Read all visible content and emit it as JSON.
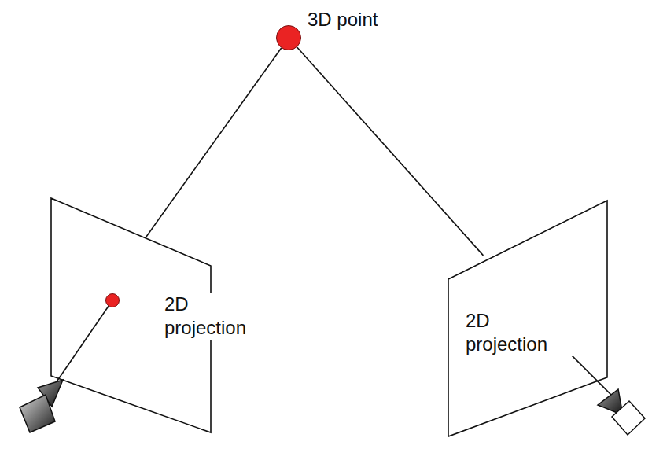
{
  "diagram": {
    "nodes": [
      {
        "text": [
          "3D point"
        ]
      },
      {
        "text": [
          "2D projection"
        ]
      },
      {
        "text": [
          "2D projection"
        ]
      }
    ],
    "edges": [
      {
        "from": 0,
        "to": 1,
        "arrow": "none"
      },
      {
        "from": 0,
        "to": 2,
        "arrow": "none"
      }
    ]
  }
}
